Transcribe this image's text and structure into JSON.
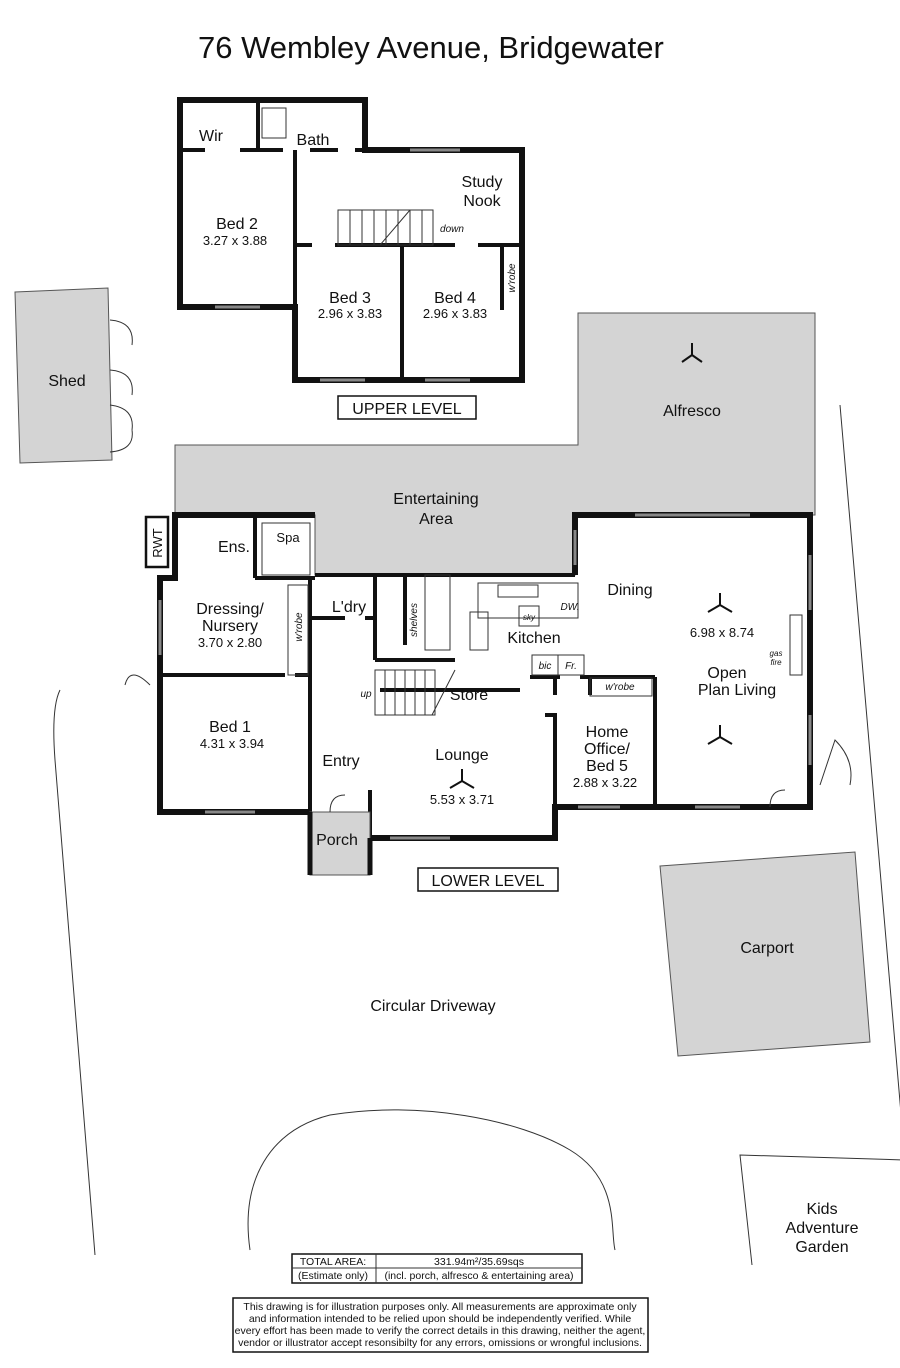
{
  "title": "76 Wembley Avenue, Bridgewater",
  "upper_level": {
    "label": "UPPER LEVEL",
    "rooms": {
      "wir": "Wir",
      "bath": "Bath",
      "study_1": "Study",
      "study_2": "Nook",
      "down": "down",
      "bed2": "Bed 2",
      "bed2_dim": "3.27 x 3.88",
      "bed3": "Bed 3",
      "bed3_dim": "2.96 x 3.83",
      "bed4": "Bed 4",
      "bed4_dim": "2.96 x 3.83",
      "wrobe": "w'robe"
    }
  },
  "lower_level": {
    "label": "LOWER LEVEL",
    "rooms": {
      "shed": "Shed",
      "alfresco": "Alfresco",
      "entertaining_1": "Entertaining",
      "entertaining_2": "Area",
      "rwt": "RWT",
      "ens": "Ens.",
      "spa": "Spa",
      "dressing_1": "Dressing/",
      "dressing_2": "Nursery",
      "dressing_dim": "3.70 x 2.80",
      "wrobe_dressing": "w'robe",
      "ldry": "L'dry",
      "shelves": "shelves",
      "kitchen": "Kitchen",
      "sky": "sky",
      "dw": "DW.",
      "bic": "bic",
      "fr": "Fr.",
      "dining": "Dining",
      "open_plan_dim": "6.98 x 8.74",
      "open_plan_1": "Open",
      "open_plan_2": "Plan Living",
      "gas_fire_1": "gas",
      "gas_fire_2": "fire",
      "up": "up",
      "store": "Store",
      "wrobe_office": "w'robe",
      "office_1": "Home",
      "office_2": "Office/",
      "office_3": "Bed 5",
      "office_dim": "2.88 x 3.22",
      "bed1": "Bed 1",
      "bed1_dim": "4.31 x 3.94",
      "entry": "Entry",
      "lounge": "Lounge",
      "lounge_dim": "5.53 x 3.71",
      "porch": "Porch"
    }
  },
  "site": {
    "carport": "Carport",
    "driveway": "Circular Driveway",
    "garden_1": "Kids",
    "garden_2": "Adventure",
    "garden_3": "Garden"
  },
  "area": {
    "label": "TOTAL AREA:",
    "value": "331.94m²/35.69sqs",
    "note_label": "(Estimate only)",
    "note_value": "(incl. porch, alfresco & entertaining area)"
  },
  "disclaimer": [
    "This drawing is for illustration purposes only. All measurements are approximate only",
    "and information intended to be relied upon should be independently verified. While",
    "every effort has been made to verify the correct details in this drawing, neither the agent,",
    "vendor or illustrator accept resonsibilty for any errors, omissions or wrongful inclusions."
  ]
}
